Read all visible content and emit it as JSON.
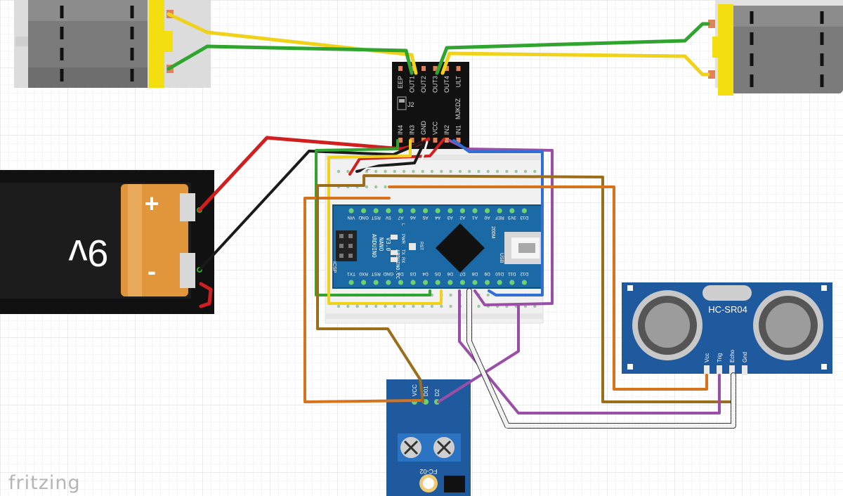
{
  "app": {
    "logo": "fritzing"
  },
  "battery": {
    "voltage": "9v",
    "plus": "+",
    "minus": "-"
  },
  "driver": {
    "top_pins": [
      "EEP",
      "OUT1",
      "OUT2",
      "OUT3",
      "OUT4",
      "ULT"
    ],
    "bottom_pins": [
      "IN4",
      "IN3",
      "GND",
      "VCC",
      "IN2",
      "IN1"
    ],
    "jumper": "J2",
    "model": "MJKDZ"
  },
  "nano": {
    "brand": [
      "ARDUINO",
      "NANO",
      "V3.0"
    ],
    "site": "ARDUINO.CC",
    "top_row": [
      "D13",
      "3V3",
      "REF",
      "A0",
      "A1",
      "A2",
      "A3",
      "A4",
      "A5",
      "A6",
      "A7",
      "5V",
      "RST",
      "GND",
      "VIN"
    ],
    "bottom_row": [
      "D12",
      "D11",
      "D10",
      "D9",
      "D8",
      "D7",
      "D6",
      "D5",
      "D4",
      "D3",
      "D2",
      "GND",
      "RST",
      "RX0",
      "TX1"
    ],
    "leds": [
      "PWR",
      "TX",
      "RX",
      "L"
    ],
    "rst": "RST",
    "icsp": "ICSP",
    "usb": "USB",
    "pin13": "D13",
    "silk_mini": "200M"
  },
  "sonar": {
    "model": "HC-SR04",
    "pins": [
      "Vcc",
      "Trig",
      "Echo",
      "Gnd"
    ]
  },
  "speed": {
    "pins": [
      "VCC",
      "D01",
      "D2"
    ],
    "model": "FC-02"
  },
  "colors": {
    "red": "#d11f1f",
    "black": "#1a1a1a",
    "yellow": "#f1d21b",
    "green": "#2fa52f",
    "orange": "#d7731d",
    "brown": "#9a6e1c",
    "purple": "#9b4ea8",
    "blue": "#2f6fd6",
    "white": "#f2f2f2",
    "driver_board": "#111111",
    "nano_board": "#1b6aa5",
    "sonar_board": "#1f5a9f",
    "battery_copper": "#e2963c"
  }
}
